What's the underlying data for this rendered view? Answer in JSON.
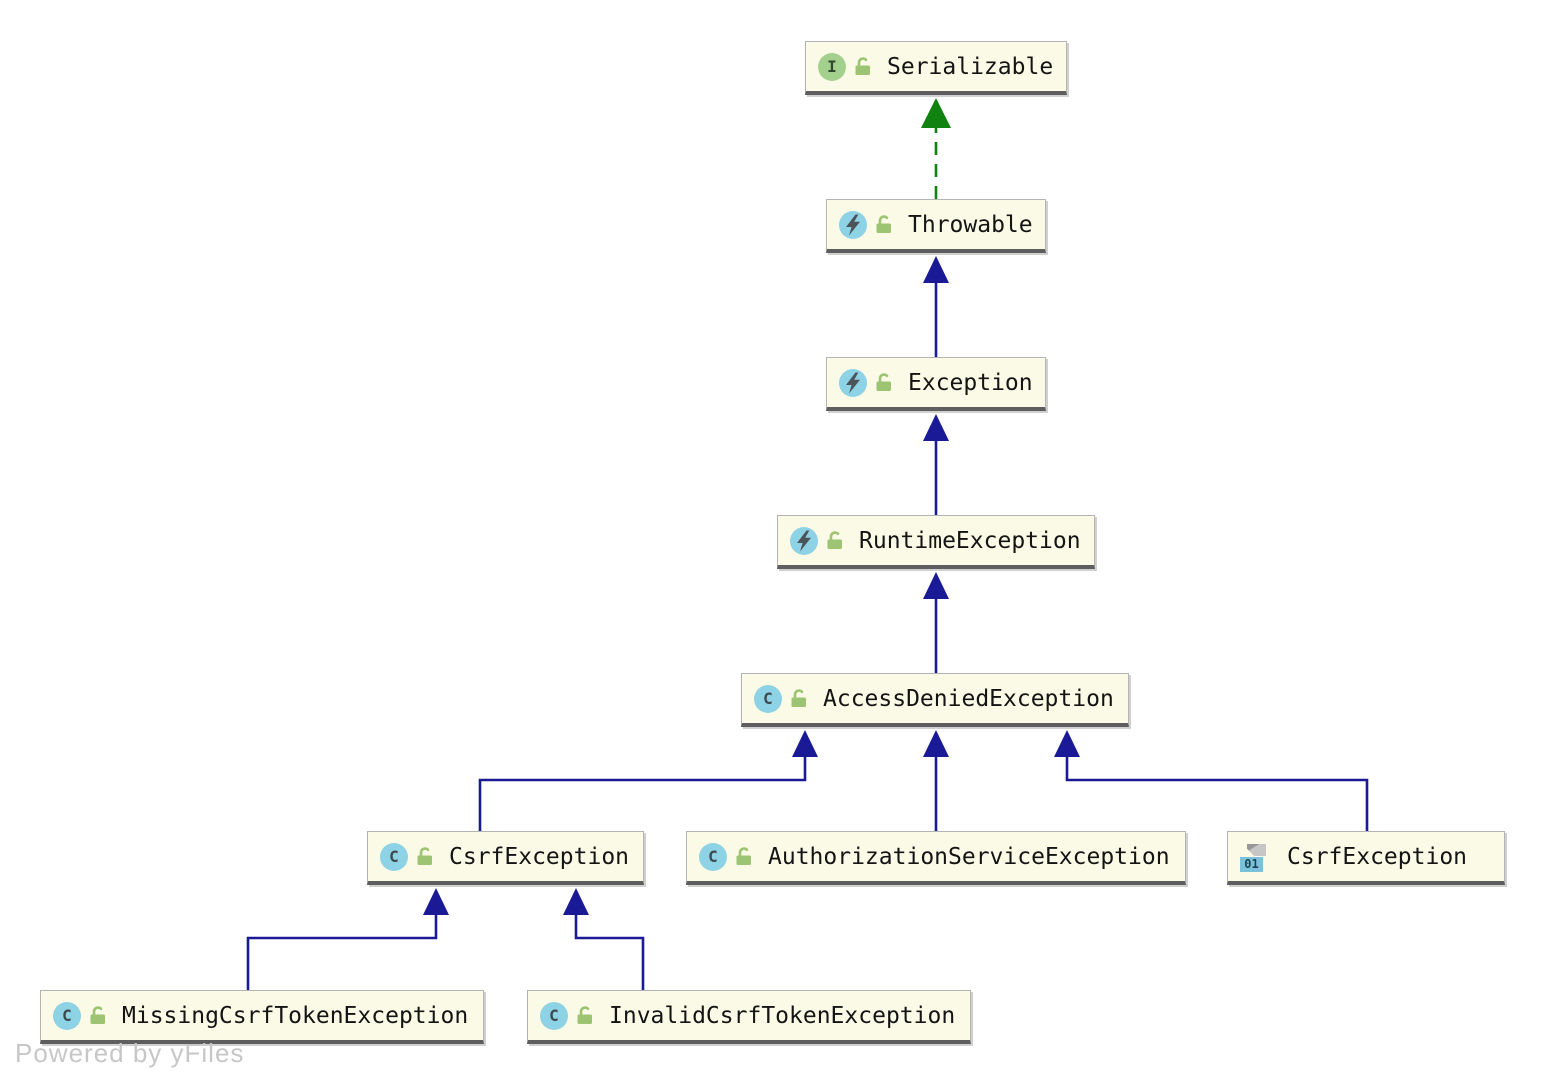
{
  "watermark": "Powered by yFiles",
  "icons": {
    "class_letter": "C",
    "interface_letter": "I",
    "compiled_label": "01",
    "class_icon_color": "#8ed2e5",
    "interface_icon_color": "#a3d18d",
    "lock_color": "#9cc472",
    "bolt_color": "#4c545a"
  },
  "colors": {
    "node_fill": "#fafae6",
    "node_border": "#b4b4b4",
    "node_bottom_border": "#5e5e5e",
    "extends_arrow": "#1a1a96",
    "implements_arrow": "#0f820f"
  },
  "nodes": [
    {
      "id": "serializable",
      "label": "Serializable",
      "kind": "interface",
      "visibility": "public"
    },
    {
      "id": "throwable",
      "label": "Throwable",
      "kind": "exception-class",
      "visibility": "public"
    },
    {
      "id": "exception",
      "label": "Exception",
      "kind": "exception-class",
      "visibility": "public"
    },
    {
      "id": "runtime-exception",
      "label": "RuntimeException",
      "kind": "exception-class",
      "visibility": "public"
    },
    {
      "id": "access-denied-exception",
      "label": "AccessDeniedException",
      "kind": "class",
      "visibility": "public"
    },
    {
      "id": "csrf-exception",
      "label": "CsrfException",
      "kind": "class",
      "visibility": "public"
    },
    {
      "id": "authorization-service-exception",
      "label": "AuthorizationServiceException",
      "kind": "class",
      "visibility": "public"
    },
    {
      "id": "csrf-exception-compiled",
      "label": "CsrfException",
      "kind": "compiled-class"
    },
    {
      "id": "missing-csrf-token-exception",
      "label": "MissingCsrfTokenException",
      "kind": "class",
      "visibility": "public"
    },
    {
      "id": "invalid-csrf-token-exception",
      "label": "InvalidCsrfTokenException",
      "kind": "class",
      "visibility": "public"
    }
  ],
  "edges": [
    {
      "from": "Throwable",
      "to": "Serializable",
      "type": "implements"
    },
    {
      "from": "Exception",
      "to": "Throwable",
      "type": "extends"
    },
    {
      "from": "RuntimeException",
      "to": "Exception",
      "type": "extends"
    },
    {
      "from": "AccessDeniedException",
      "to": "RuntimeException",
      "type": "extends"
    },
    {
      "from": "CsrfException",
      "to": "AccessDeniedException",
      "type": "extends"
    },
    {
      "from": "AuthorizationServiceException",
      "to": "AccessDeniedException",
      "type": "extends"
    },
    {
      "from": "CsrfException (compiled)",
      "to": "AccessDeniedException",
      "type": "extends"
    },
    {
      "from": "MissingCsrfTokenException",
      "to": "CsrfException",
      "type": "extends"
    },
    {
      "from": "InvalidCsrfTokenException",
      "to": "CsrfException",
      "type": "extends"
    }
  ]
}
